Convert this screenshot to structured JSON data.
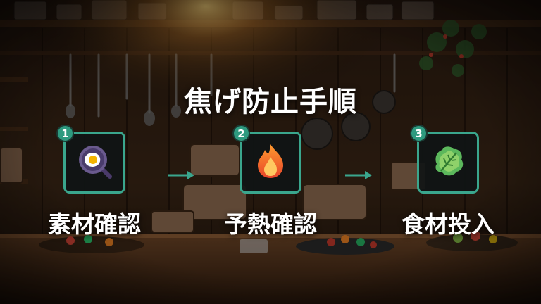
{
  "title": "焦げ防止手順",
  "steps": [
    {
      "number": "1",
      "label": "素材確認",
      "icon": "frying-pan-egg-icon"
    },
    {
      "number": "2",
      "label": "予熱確認",
      "icon": "flame-icon"
    },
    {
      "number": "3",
      "label": "食材投入",
      "icon": "lettuce-leaf-icon"
    }
  ],
  "colors": {
    "accent": "#3aa68d",
    "badge": "#2e9a7f",
    "text": "#ffffff",
    "tile_bg": "#101414"
  }
}
